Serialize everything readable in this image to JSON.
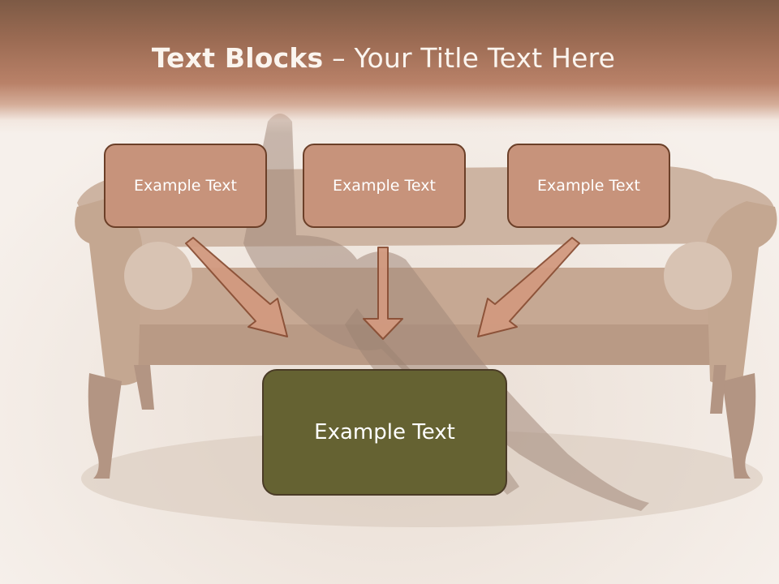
{
  "slide": {
    "title_bold": "Text Blocks",
    "title_separator": " – ",
    "title_rest": "Your Title Text Here"
  },
  "boxes": {
    "top": [
      {
        "label": "Example Text"
      },
      {
        "label": "Example Text"
      },
      {
        "label": "Example Text"
      }
    ],
    "main": {
      "label": "Example Text"
    }
  },
  "colors": {
    "header": "#9b6b53",
    "top_box_fill": "#c7937b",
    "top_box_border": "#6b3f28",
    "main_box_fill": "#656232",
    "arrow_fill": "#d29a80",
    "arrow_stroke": "#8a4f35"
  }
}
